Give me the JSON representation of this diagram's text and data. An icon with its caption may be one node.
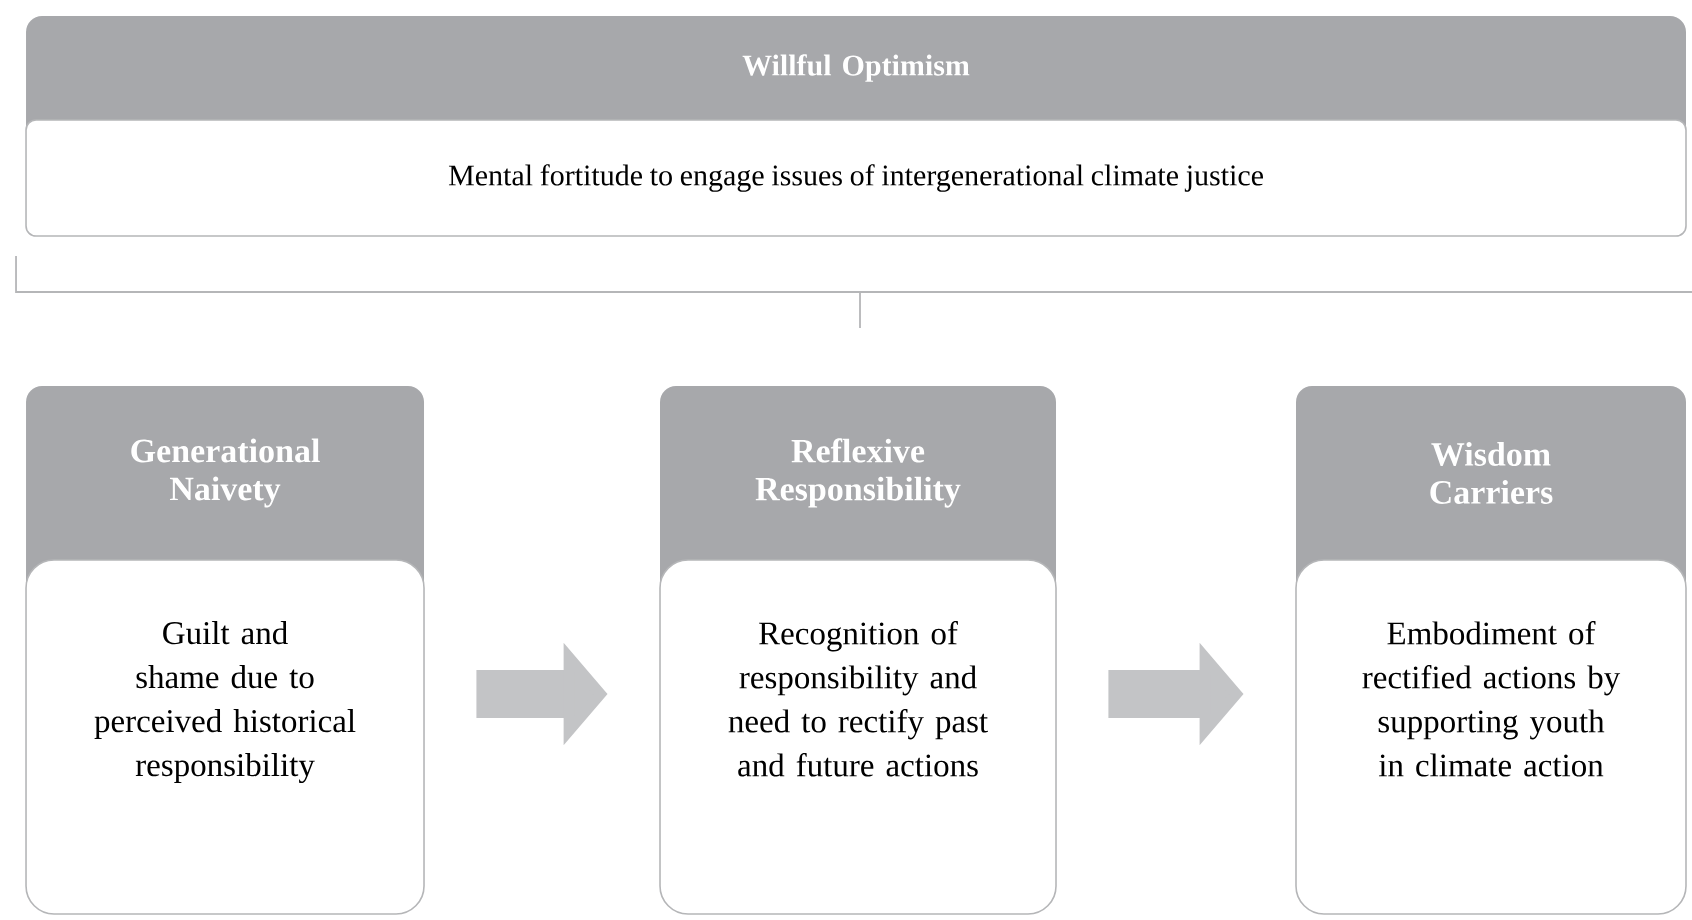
{
  "diagram": {
    "nodes": [
      {
        "text": [
          "Willful Optimism",
          "Mental fortitude to engage issues of intergenerational climate justice"
        ]
      },
      {
        "text": [
          "Generational Naivety",
          "Guilt and shame due to perceived historical responsibility"
        ]
      },
      {
        "text": [
          "Reflexive Responsibility",
          "Recognition of responsibility and need to rectify past and future actions"
        ]
      },
      {
        "text": [
          "Wisdom Carriers",
          "Embodiment of rectified actions by supporting youth in climate action"
        ]
      }
    ],
    "edges": [
      {
        "from": 1,
        "to": 2,
        "arrow": "to"
      },
      {
        "from": 2,
        "to": 3,
        "arrow": "to"
      }
    ]
  }
}
